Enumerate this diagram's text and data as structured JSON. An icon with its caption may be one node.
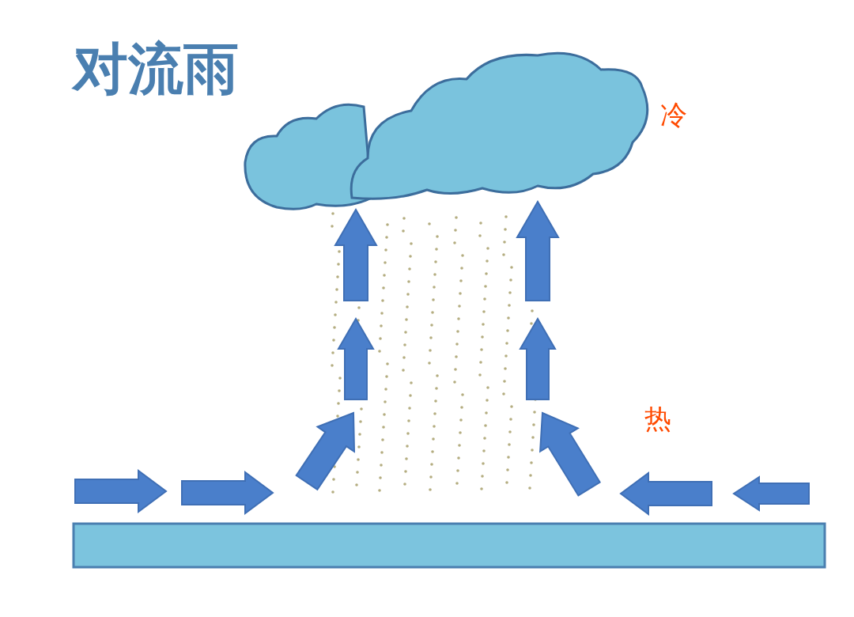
{
  "diagram": {
    "title": "对流雨",
    "labels": [
      "冷",
      "热"
    ]
  }
}
